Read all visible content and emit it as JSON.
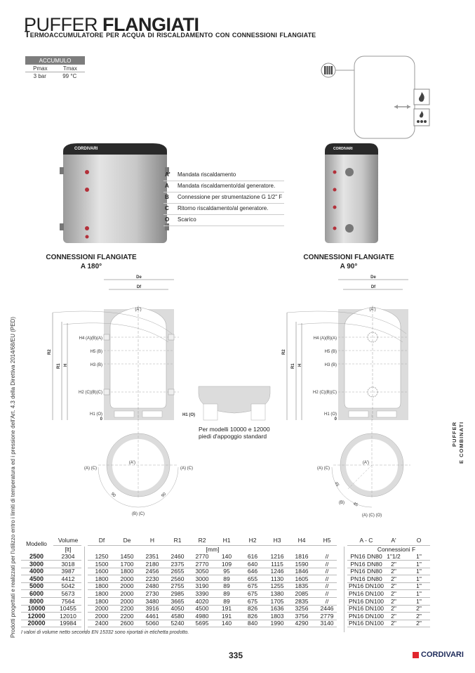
{
  "header": {
    "title_light": "PUFFER",
    "title_bold": "FLANGIATI",
    "subtitle": "Termoaccumulatore per acqua di riscaldamento con connessioni flangiate"
  },
  "accumulo": {
    "heading": "ACCUMULO",
    "labels": [
      "Pmax",
      "Tmax"
    ],
    "values": [
      "3 bar",
      "99 °C"
    ]
  },
  "photo_brand": "CORDIVARI",
  "legend": [
    {
      "key": "A'",
      "text": "Mandata riscaldamento"
    },
    {
      "key": "A",
      "text": "Mandata riscaldamento/dal generatore."
    },
    {
      "key": "B",
      "text": "Connessione per strumentazione G 1/2\" F"
    },
    {
      "key": "C",
      "text": "Ritorno riscaldamento/al generatore."
    },
    {
      "key": "O",
      "text": "Scarico"
    }
  ],
  "captions": {
    "left": [
      "CONNESSIONI FLANGIATE",
      "A 180°"
    ],
    "right": [
      "CONNESSIONI FLANGIATE",
      "A 90°"
    ]
  },
  "drawing": {
    "De": "De",
    "Df": "Df",
    "R2": "R2",
    "R1": "R1",
    "H": "H",
    "top": "(A')",
    "h4_left": "H4 (A)(B)(A)",
    "h4_right": "H4 (A)(B)(A)",
    "h5": "H5 (B)",
    "h3": "H3 (B)",
    "h2_left": "H2 (C)(B)(C)",
    "h2_right": "H2 (C)(B)(C)",
    "h1": "H1 (O)",
    "zero": "0",
    "feet_h1": "H1 (O)",
    "plan_center": "(A')",
    "plan_ac": "(A) (C)",
    "plan_bc": "(B) (C)",
    "angle90": "90",
    "angle45": "45",
    "plan_b": "(B)",
    "plan_aco": "(A) (C) (O)"
  },
  "note": [
    "Per modelli 10000 e 12000",
    "piedi d'appoggio standard"
  ],
  "side_text": "Prodotti progettati e realizzati per l'utilizzo entro i limiti di temperatura ed i pressione dell'Art. 4.3 della Direttiva 2014/68/EU (PED)",
  "section_tab": [
    "PUFFER",
    "E COMBINATI"
  ],
  "table": {
    "headers": [
      "Modello",
      "Volume",
      "Df",
      "De",
      "H",
      "R1",
      "R2",
      "H1",
      "H2",
      "H3",
      "H4",
      "H5",
      "A - C",
      "A'",
      "O"
    ],
    "unit_volume": "[lt]",
    "unit_mm": "[mm]",
    "unit_conn": "Connessioni F",
    "rows": [
      [
        "2500",
        "2304",
        "1250",
        "1450",
        "2351",
        "2460",
        "2770",
        "140",
        "616",
        "1216",
        "1816",
        "//",
        "PN16 DN80",
        "1\"1/2",
        "1\""
      ],
      [
        "3000",
        "3018",
        "1500",
        "1700",
        "2180",
        "2375",
        "2770",
        "109",
        "640",
        "1115",
        "1590",
        "//",
        "PN16 DN80",
        "2\"",
        "1\""
      ],
      [
        "4000",
        "3987",
        "1600",
        "1800",
        "2456",
        "2655",
        "3050",
        "95",
        "646",
        "1246",
        "1846",
        "//",
        "PN16 DN80",
        "2\"",
        "1\""
      ],
      [
        "4500",
        "4412",
        "1800",
        "2000",
        "2230",
        "2560",
        "3000",
        "89",
        "655",
        "1130",
        "1605",
        "//",
        "PN16 DN80",
        "2\"",
        "1\""
      ],
      [
        "5000",
        "5042",
        "1800",
        "2000",
        "2480",
        "2755",
        "3190",
        "89",
        "675",
        "1255",
        "1835",
        "//",
        "PN16 DN100",
        "2\"",
        "1\""
      ],
      [
        "6000",
        "5673",
        "1800",
        "2000",
        "2730",
        "2985",
        "3390",
        "89",
        "675",
        "1380",
        "2085",
        "//",
        "PN16 DN100",
        "2\"",
        "1\""
      ],
      [
        "8000",
        "7564",
        "1800",
        "2000",
        "3480",
        "3665",
        "4020",
        "89",
        "675",
        "1705",
        "2835",
        "//",
        "PN16 DN100",
        "2\"",
        "1\""
      ],
      [
        "10000",
        "10455",
        "2000",
        "2200",
        "3916",
        "4050",
        "4500",
        "191",
        "826",
        "1636",
        "3256",
        "2446",
        "PN16 DN100",
        "2\"",
        "2\""
      ],
      [
        "12000",
        "12010",
        "2000",
        "2200",
        "4461",
        "4580",
        "4980",
        "191",
        "826",
        "1803",
        "3756",
        "2779",
        "PN16 DN100",
        "2\"",
        "2\""
      ],
      [
        "20000",
        "19984",
        "2400",
        "2600",
        "5060",
        "5240",
        "5695",
        "140",
        "840",
        "1990",
        "4290",
        "3140",
        "PN16 DN100",
        "2\"",
        "2\""
      ]
    ],
    "footnote": "I valori di volume netto secondo EN 15332 sono riportati in etichetta prodotto."
  },
  "footer": {
    "page": "335",
    "brand": "CORDIVARI"
  },
  "colors": {
    "accent_red": "#e1262d",
    "brand_navy": "#1d2a5a",
    "tank_grey": "#b9b9b9"
  }
}
